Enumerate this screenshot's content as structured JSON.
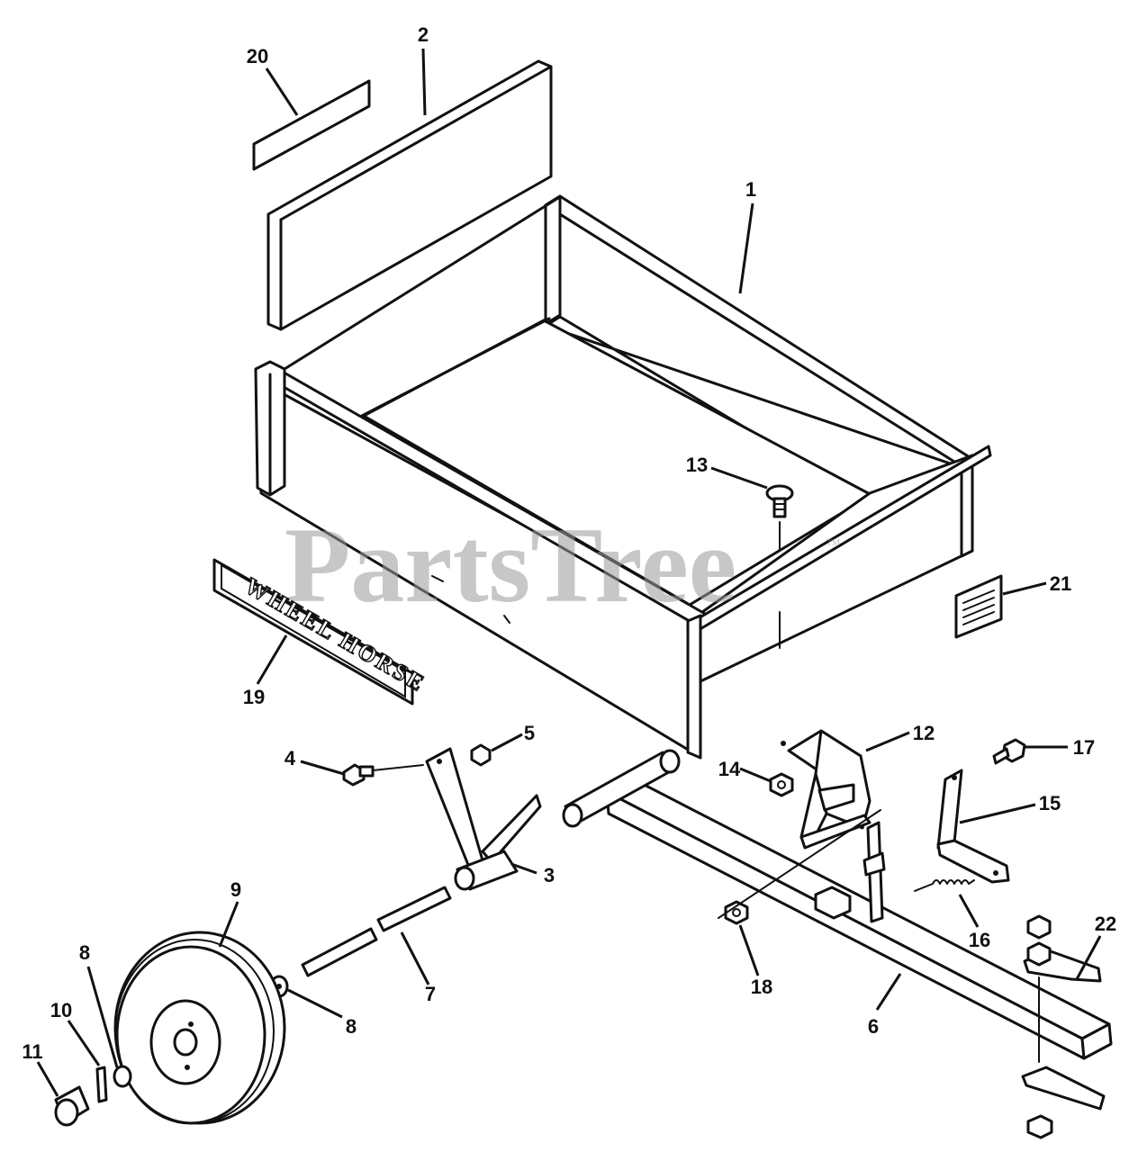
{
  "watermark": {
    "text": "PartsTree",
    "mark": "TM"
  },
  "decal_19": {
    "text": "WHEEL HORSE"
  },
  "callouts": [
    {
      "id": "c1",
      "label": "1"
    },
    {
      "id": "c2",
      "label": "2"
    },
    {
      "id": "c3",
      "label": "3"
    },
    {
      "id": "c4",
      "label": "4"
    },
    {
      "id": "c5",
      "label": "5"
    },
    {
      "id": "c6",
      "label": "6"
    },
    {
      "id": "c7",
      "label": "7"
    },
    {
      "id": "c8a",
      "label": "8"
    },
    {
      "id": "c8b",
      "label": "8"
    },
    {
      "id": "c9",
      "label": "9"
    },
    {
      "id": "c10",
      "label": "10"
    },
    {
      "id": "c11",
      "label": "11"
    },
    {
      "id": "c12",
      "label": "12"
    },
    {
      "id": "c13",
      "label": "13"
    },
    {
      "id": "c14",
      "label": "14"
    },
    {
      "id": "c15",
      "label": "15"
    },
    {
      "id": "c16",
      "label": "16"
    },
    {
      "id": "c17",
      "label": "17"
    },
    {
      "id": "c18",
      "label": "18"
    },
    {
      "id": "c19",
      "label": "19"
    },
    {
      "id": "c20",
      "label": "20"
    },
    {
      "id": "c21",
      "label": "21"
    },
    {
      "id": "c22",
      "label": "22"
    }
  ]
}
